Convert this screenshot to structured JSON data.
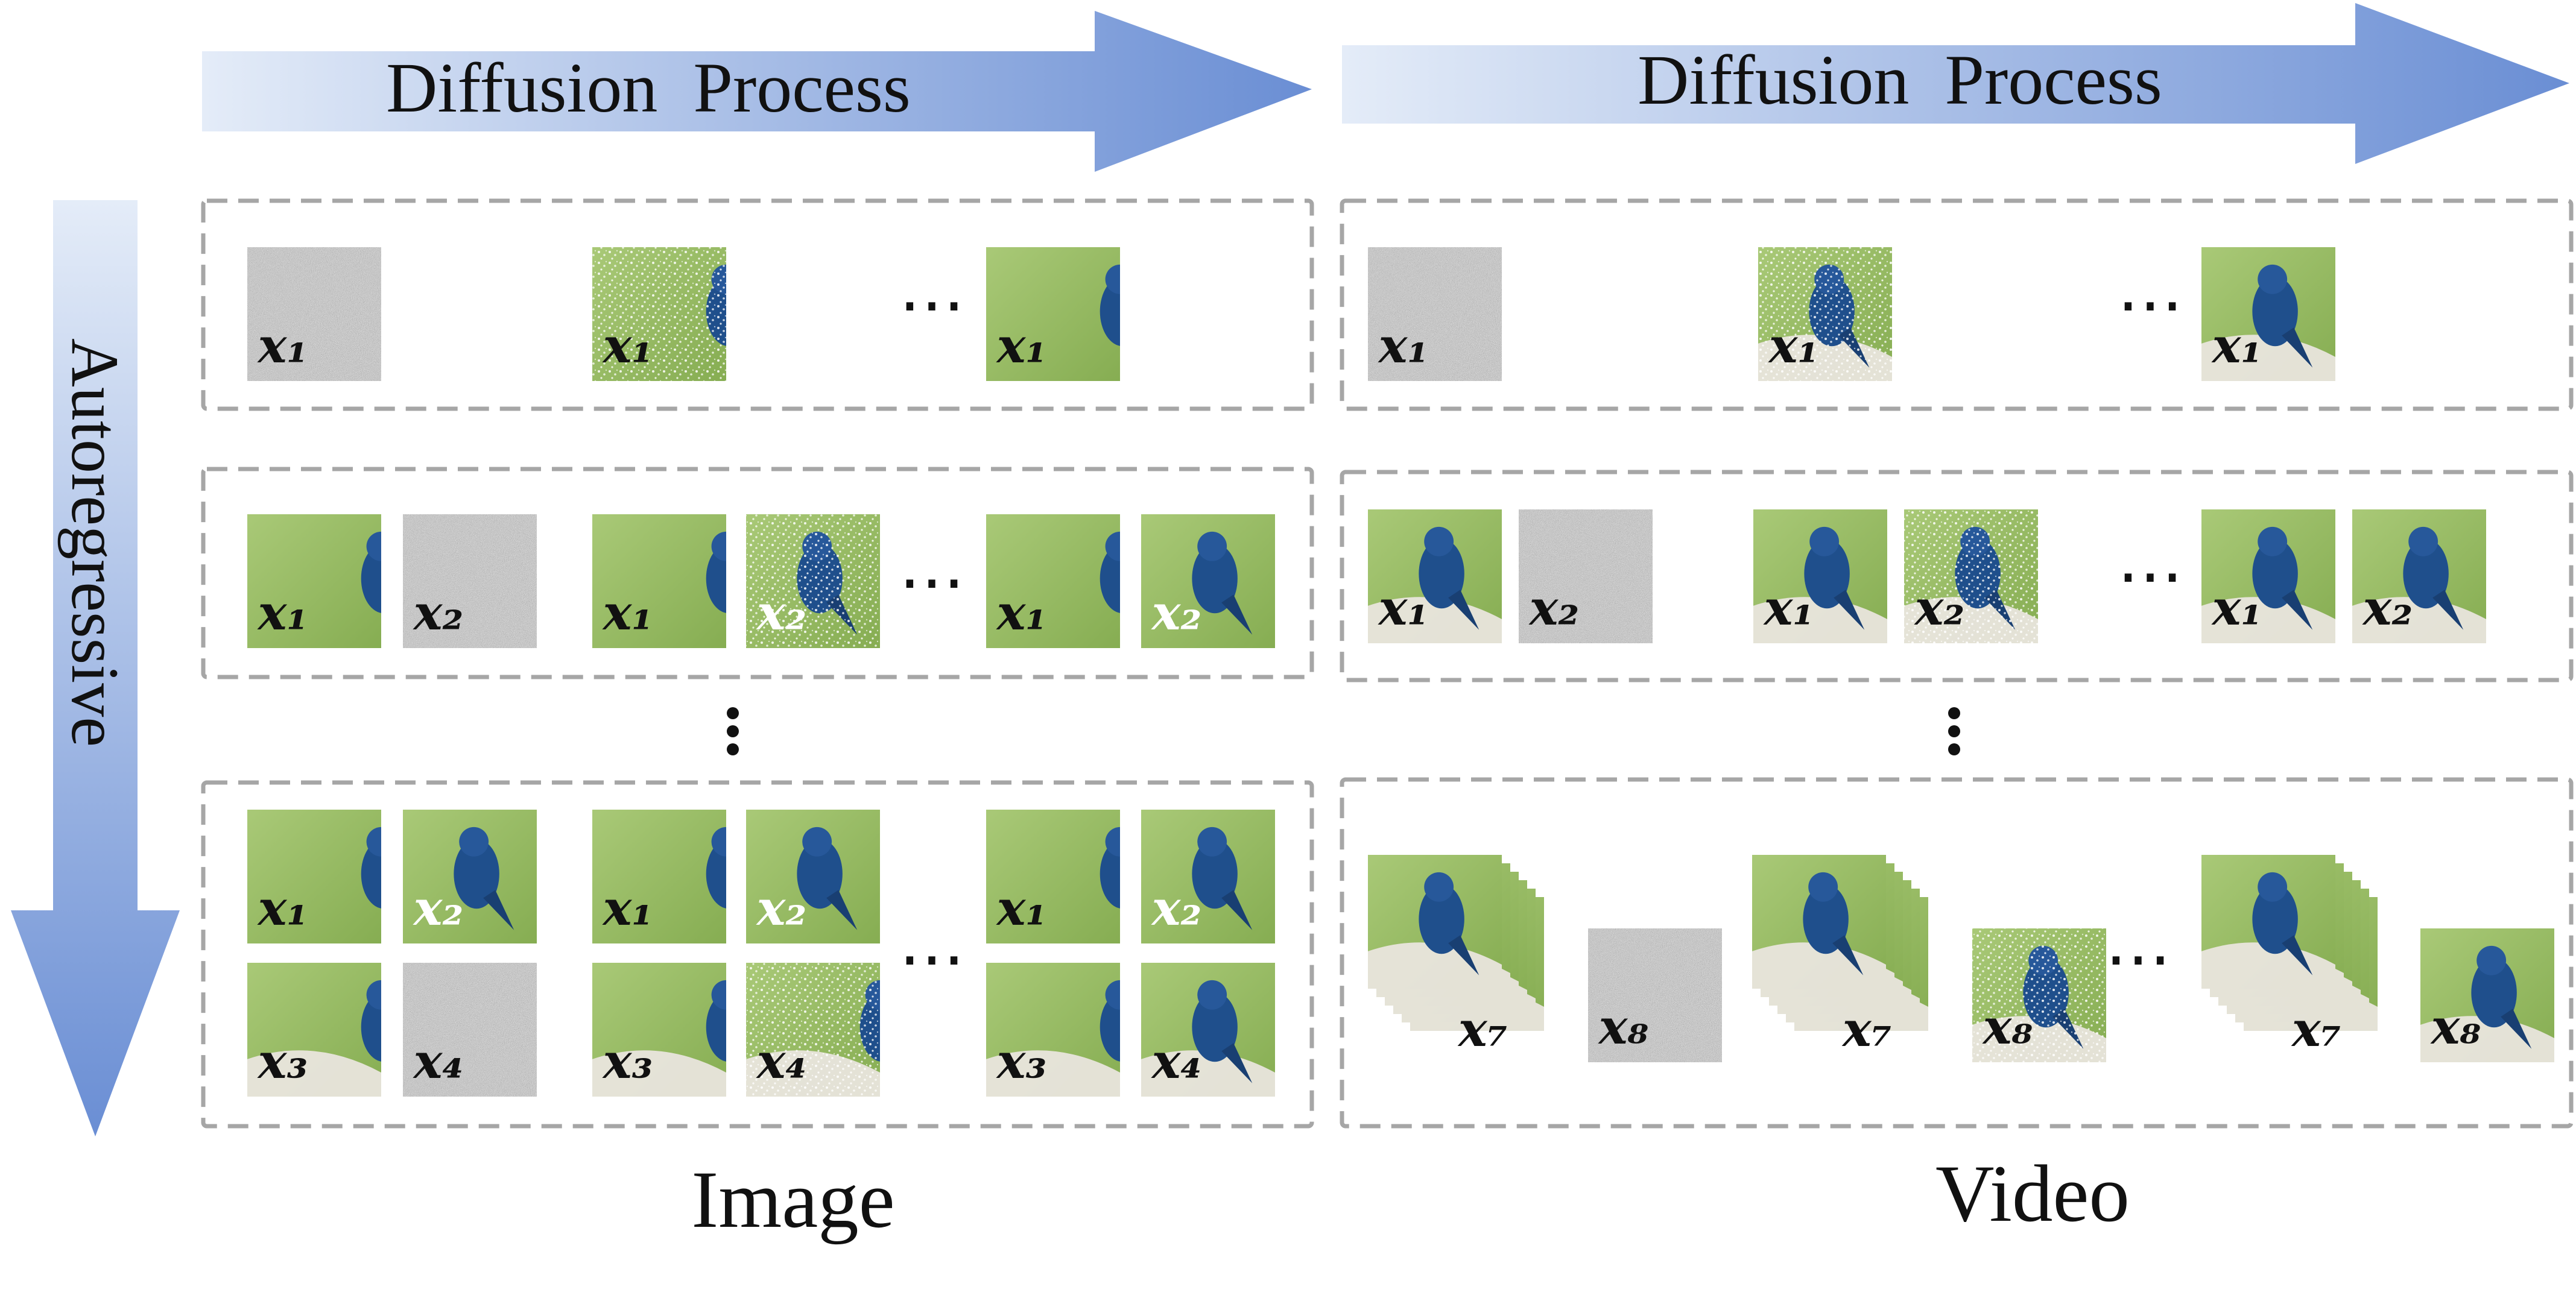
{
  "header": {
    "image_arrow_label": "Diffusion  Process",
    "video_arrow_label": "Diffusion  Process",
    "vertical_arrow_label": "Autoregressive"
  },
  "captions": {
    "image": "Image",
    "video": "Video"
  },
  "ellipsis": "…",
  "colors": {
    "arrow_light": "#dfe8f6",
    "arrow_dark": "#6c8fd4",
    "dashed_border": "#a6a6a6",
    "noise_bg": "#c4c4c4",
    "background_green": "#9bbf63",
    "bird_blue": "#1f4f8c",
    "branch": "#e8e4dc",
    "label_dark": "#111111",
    "label_light": "#ffffff"
  },
  "labels": {
    "x1": "x₁",
    "x2": "x₂",
    "x3": "x₃",
    "x4": "x₄",
    "x7": "x₇",
    "x8": "x₈"
  },
  "icons": {
    "noise": "noise-icon",
    "bird": "bird-icon",
    "arrow": "arrow-icon"
  }
}
